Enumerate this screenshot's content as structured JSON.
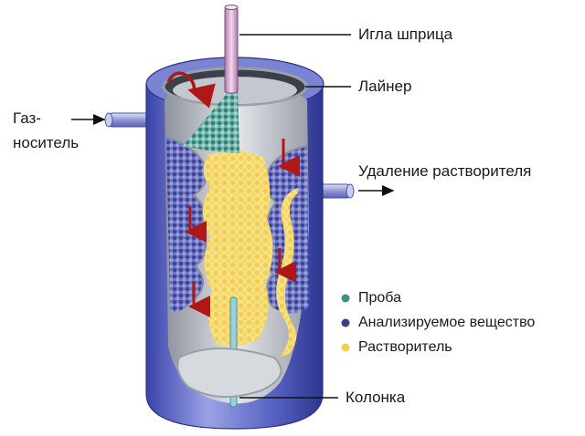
{
  "labels": {
    "needle": "Игла шприца",
    "liner": "Лайнер",
    "carrier_gas_line1": "Газ-",
    "carrier_gas_line2": "носитель",
    "solvent_removal": "Удаление растворителя",
    "column": "Колонка"
  },
  "legend": [
    {
      "label": "Проба",
      "color": "#3f8f86"
    },
    {
      "label": "Анализируемое вещество",
      "color": "#3a3f8c"
    },
    {
      "label": "Растворитель",
      "color": "#f2cf53"
    }
  ],
  "colors": {
    "outer_tube": "#5a66c4",
    "inner_liner": "#b8bcc4",
    "flow_arrow": "#b01818",
    "needle": "#d9a8d2"
  }
}
